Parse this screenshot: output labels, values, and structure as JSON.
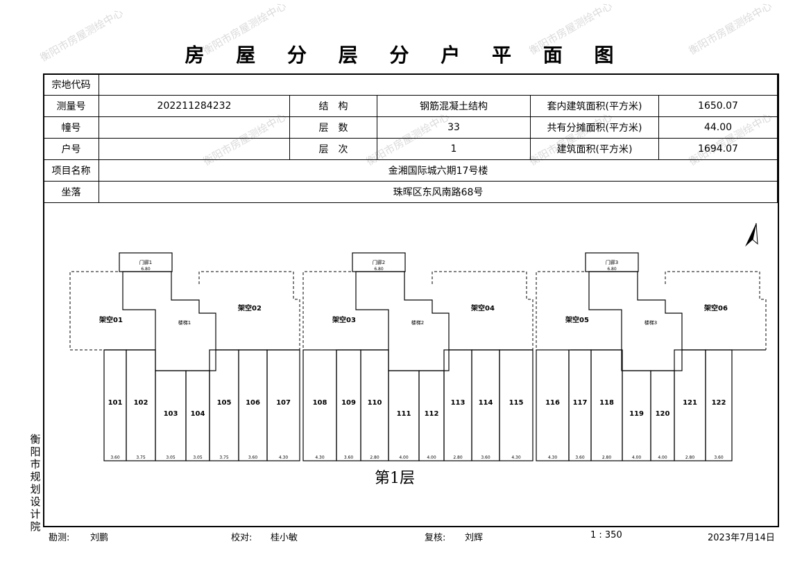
{
  "title": "房 屋 分 层 分 户 平 面 图",
  "info": {
    "parcel_code_label": "宗地代码",
    "parcel_code": "",
    "survey_no_label": "测量号",
    "survey_no": "202211284232",
    "structure_label": "结　构",
    "structure": "钢筋混凝土结构",
    "inner_area_label": "套内建筑面积(平方米)",
    "inner_area": "1650.07",
    "building_no_label": "幢号",
    "building_no": "",
    "floors_label": "层　数",
    "floors": "33",
    "shared_area_label": "共有分摊面积(平方米)",
    "shared_area": "44.00",
    "unit_no_label": "户号",
    "unit_no": "",
    "floor_level_label": "层　次",
    "floor_level": "1",
    "building_area_label": "建筑面积(平方米)",
    "building_area": "1694.07",
    "project_label": "项目名称",
    "project": "金湘国际城六期17号楼",
    "location_label": "坐落",
    "location": "珠晖区东风南路68号"
  },
  "plan": {
    "floor_label": "第1层",
    "blocks": [
      {
        "porch": "门廊1",
        "porch_dim": "6.80",
        "stair": "楼梯1",
        "void_left": "架空01",
        "void_right": "架空02",
        "units": [
          "101",
          "102",
          "103",
          "104",
          "105",
          "106",
          "107"
        ],
        "bottom_dims": [
          "3.60",
          "3.75",
          "3.05",
          "3.05",
          "3.75",
          "3.60",
          "4.30"
        ]
      },
      {
        "porch": "门廊2",
        "porch_dim": "6.80",
        "stair": "楼梯2",
        "void_left": "架空03",
        "void_right": "架空04",
        "units": [
          "108",
          "109",
          "110",
          "111",
          "112",
          "113",
          "114",
          "115"
        ],
        "bottom_dims": [
          "4.30",
          "3.60",
          "2.80",
          "4.00",
          "4.00",
          "2.80",
          "3.60",
          "4.30"
        ]
      },
      {
        "porch": "门廊3",
        "porch_dim": "6.80",
        "stair": "楼梯3",
        "void_left": "架空05",
        "void_right": "架空06",
        "units": [
          "116",
          "117",
          "118",
          "119",
          "120",
          "121",
          "122"
        ],
        "bottom_dims": [
          "4.30",
          "3.60",
          "2.80",
          "4.00",
          "4.00",
          "2.80",
          "3.60"
        ]
      }
    ]
  },
  "org_vertical": "衡阳市规划设计院",
  "watermark": "衡阳市房屋测绘中心",
  "footer": {
    "surveyor_label": "勘测:",
    "surveyor": "刘鹏",
    "checker_label": "校对:",
    "checker": "桂小敏",
    "reviewer_label": "复核:",
    "reviewer": "刘辉",
    "scale": "1 : 350",
    "date": "2023年7月14日"
  }
}
